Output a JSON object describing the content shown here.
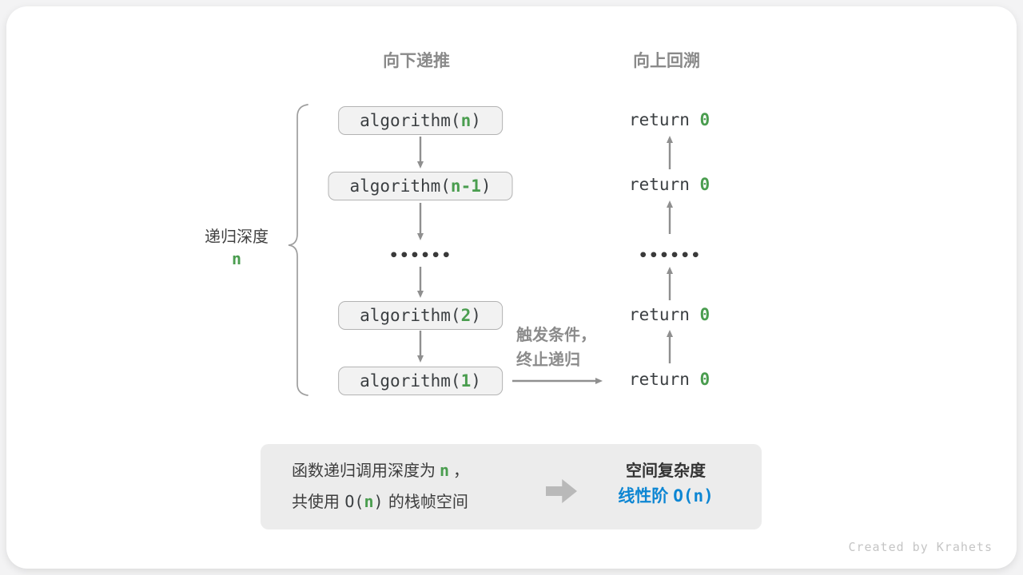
{
  "colors": {
    "accent_green": "#4a9d4f",
    "accent_blue": "#0d86d3",
    "arrow_gray": "#8f8f8f",
    "box_fill": "#f2f2f2",
    "box_border": "#b3b3b3",
    "summary_fill": "#ececec"
  },
  "headers": {
    "downward": "向下递推",
    "upward": "向上回溯"
  },
  "depth": {
    "label": "递归深度",
    "value": "n"
  },
  "calls": [
    {
      "pre": "algorithm(",
      "arg": "n",
      "post": ")"
    },
    {
      "pre": "algorithm(",
      "arg": "n-1",
      "post": ")"
    },
    {
      "pre": "algorithm(",
      "arg": "2",
      "post": ")"
    },
    {
      "pre": "algorithm(",
      "arg": "1",
      "post": ")"
    }
  ],
  "returns": [
    {
      "pre": "return ",
      "val": "0"
    },
    {
      "pre": "return ",
      "val": "0"
    },
    {
      "pre": "return ",
      "val": "0"
    },
    {
      "pre": "return ",
      "val": "0"
    }
  ],
  "ellipsis": "••••••",
  "trigger": {
    "line1": "触发条件，",
    "line2": "终止递归"
  },
  "summary": {
    "left_line1": {
      "pre": "函数递归调用深度为",
      "var": "n",
      "post": "，"
    },
    "left_line2": {
      "pre": "共使用 ",
      "code_open": "O(",
      "var": "n",
      "code_close": ")",
      "post": " 的栈帧空间"
    },
    "right_title": "空间复杂度",
    "right_value_text": "线性阶",
    "right_value_code": "O(n)"
  },
  "footer": "Created by Krahets"
}
